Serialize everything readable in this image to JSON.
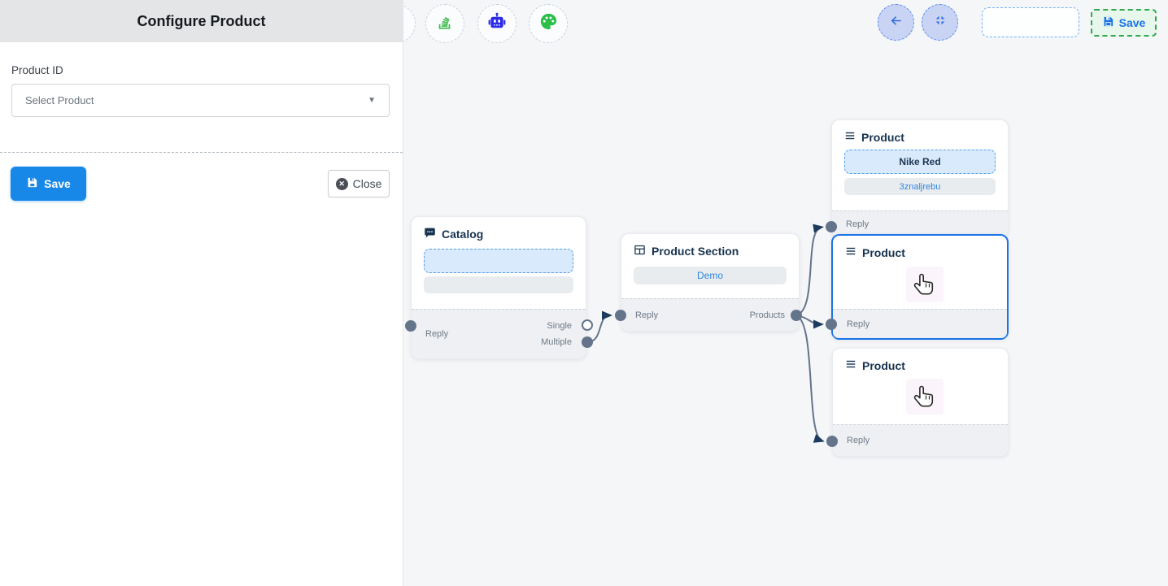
{
  "panel": {
    "title": "Configure Product",
    "field_label": "Product ID",
    "select_value": "Select Product",
    "save_label": "Save",
    "close_label": "Close"
  },
  "topbar": {
    "save_label": "Save",
    "toolbar_icons": [
      "stack-icon",
      "robot-icon",
      "palette-icon"
    ],
    "nav_icons": [
      "arrow-left-icon",
      "compress-icon"
    ]
  },
  "nodes": {
    "catalog": {
      "title": "Catalog",
      "reply": "Reply",
      "single": "Single",
      "multiple": "Multiple"
    },
    "product_section": {
      "title": "Product Section",
      "item": "Demo",
      "reply": "Reply",
      "products": "Products"
    },
    "product_top": {
      "title": "Product",
      "option": "Nike Red",
      "value": "3znaljrebu",
      "reply": "Reply"
    },
    "product_middle": {
      "title": "Product",
      "reply": "Reply"
    },
    "product_bottom": {
      "title": "Product",
      "reply": "Reply"
    }
  },
  "colors": {
    "accent_blue": "#1a73e8",
    "panel_save_bg": "#1787e8",
    "selected_border": "#1a73e8",
    "green": "#2fa84f",
    "node_title": "#17334f",
    "edge": "#64748b",
    "arrow": "#1d3b5e"
  }
}
